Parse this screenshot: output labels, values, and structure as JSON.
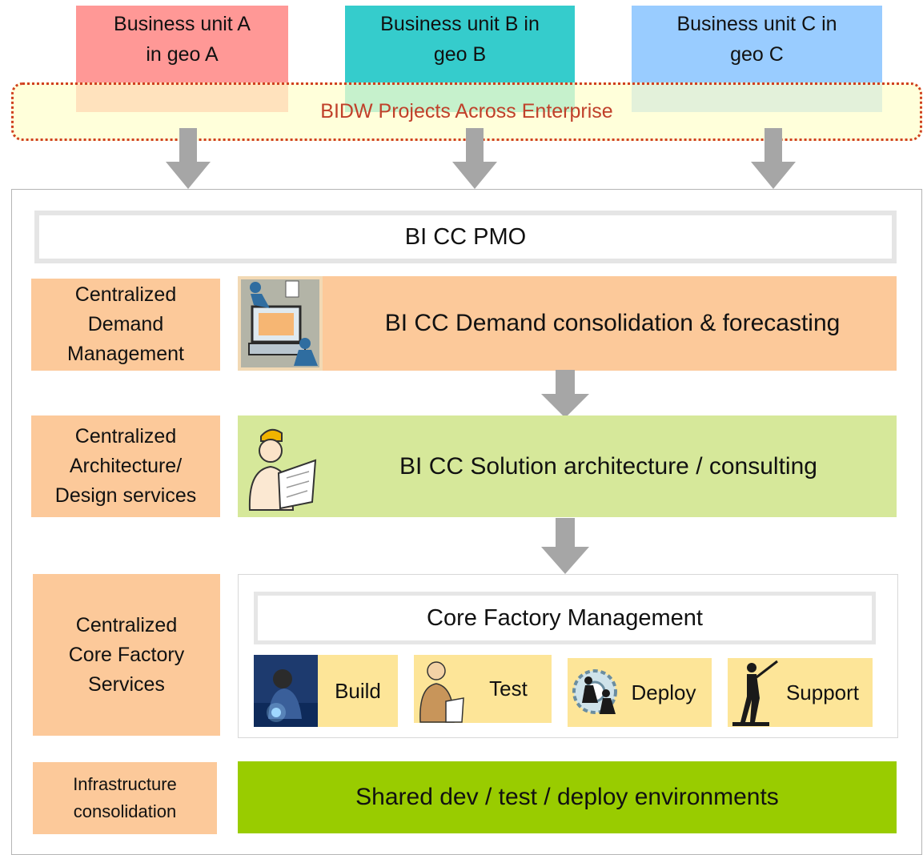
{
  "business_units": [
    {
      "line1": "Business unit A",
      "line2": "in geo A",
      "color": "#ff9896"
    },
    {
      "line1": "Business unit B in",
      "line2": "geo B",
      "color": "#35cccc"
    },
    {
      "line1": "Business unit C in",
      "line2": "geo C",
      "color": "#99ccff"
    }
  ],
  "band_label": "BIDW Projects Across Enterprise",
  "pmo_label": "BI CC PMO",
  "side_labels": [
    {
      "lines": [
        "Centralized",
        "Demand",
        "Management"
      ]
    },
    {
      "lines": [
        "Centralized",
        "Architecture/",
        "Design services"
      ]
    },
    {
      "lines": [
        "Centralized",
        "Core Factory",
        "Services"
      ]
    },
    {
      "lines": [
        "Infrastructure",
        "consolidation"
      ]
    }
  ],
  "demand_title": "BI CC  Demand consolidation & forecasting",
  "arch_title": "BI  CC Solution architecture / consulting",
  "core_factory_title": "Core Factory Management",
  "factory_tiles": [
    {
      "label": "Build",
      "icon": "welder-icon"
    },
    {
      "label": "Test",
      "icon": "businessman-icon"
    },
    {
      "label": "Deploy",
      "icon": "gears-people-icon"
    },
    {
      "label": "Support",
      "icon": "fencer-icon"
    }
  ],
  "shared_title": "Shared dev / test / deploy environments",
  "colors": {
    "band_border": "#d04020",
    "orange": "#fcc99a",
    "light_green": "#d6e89a",
    "green": "#99cc00",
    "yellow": "#fde598",
    "arrow": "#a6a6a6"
  }
}
